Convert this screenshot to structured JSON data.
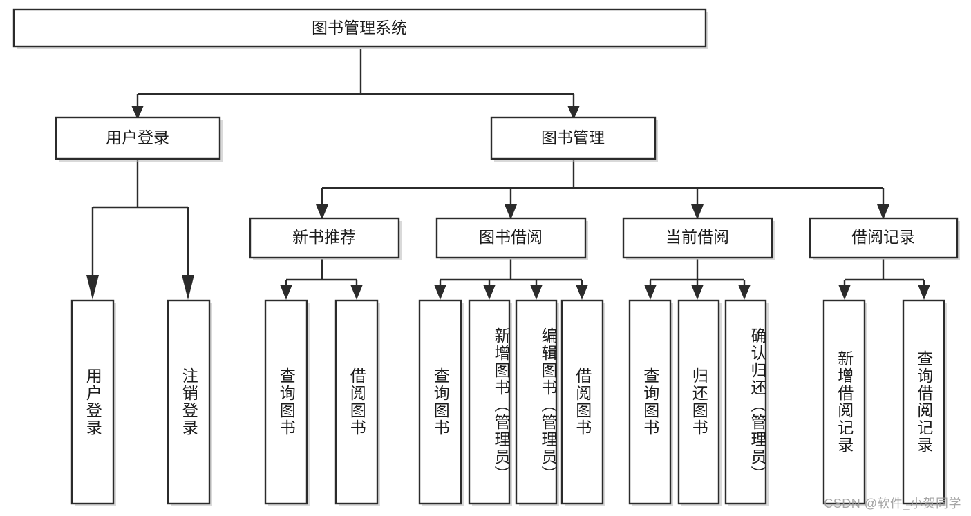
{
  "diagram": {
    "title": "图书管理系统",
    "type": "tree-hierarchy",
    "root": {
      "id": "root",
      "label": "图书管理系统"
    },
    "level2": [
      {
        "id": "user-login",
        "label": "用户登录"
      },
      {
        "id": "book-management",
        "label": "图书管理"
      }
    ],
    "level3": [
      {
        "id": "new-book-recommend",
        "label": "新书推荐",
        "parent": "book-management"
      },
      {
        "id": "book-borrow",
        "label": "图书借阅",
        "parent": "book-management"
      },
      {
        "id": "current-borrow",
        "label": "当前借阅",
        "parent": "book-management"
      },
      {
        "id": "borrow-record",
        "label": "借阅记录",
        "parent": "book-management"
      }
    ],
    "leaves": {
      "user_login": [
        {
          "id": "leaf-user-login",
          "label": "用户登录"
        },
        {
          "id": "leaf-logout-login",
          "label": "注销登录"
        }
      ],
      "new_book_recommend": [
        {
          "id": "leaf-query-book-1",
          "label": "查询图书"
        },
        {
          "id": "leaf-borrow-book-1",
          "label": "借阅图书"
        }
      ],
      "book_borrow": [
        {
          "id": "leaf-query-book-2",
          "label": "查询图书"
        },
        {
          "id": "leaf-add-book",
          "label": "新增图书（管理员）"
        },
        {
          "id": "leaf-edit-book",
          "label": "编辑图书（管理员）"
        },
        {
          "id": "leaf-borrow-book-2",
          "label": "借阅图书"
        }
      ],
      "current_borrow": [
        {
          "id": "leaf-query-book-3",
          "label": "查询图书"
        },
        {
          "id": "leaf-return-book",
          "label": "归还图书"
        },
        {
          "id": "leaf-confirm-return",
          "label": "确认归还（管理员）"
        }
      ],
      "borrow_record": [
        {
          "id": "leaf-add-record",
          "label": "新增借阅记录"
        },
        {
          "id": "leaf-query-record",
          "label": "查询借阅记录"
        }
      ]
    },
    "watermark": "CSDN @软件_小贺同学",
    "colors": {
      "stroke": "#2b2b2b",
      "fill": "#ffffff",
      "text": "#1c1c1c",
      "shadow": "#b9b9b9",
      "watermark": "#9a9a9a",
      "background": "#ffffff"
    }
  }
}
